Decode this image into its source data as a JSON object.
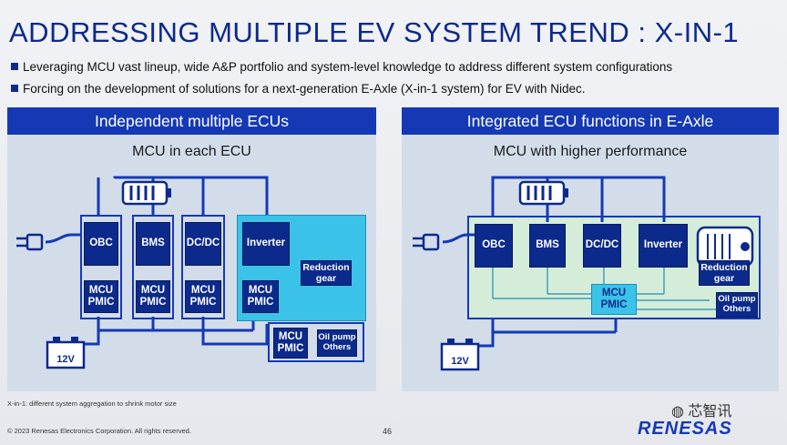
{
  "title": "ADDRESSING MULTIPLE EV SYSTEM TREND : X-IN-1",
  "bullets": [
    "Leveraging MCU vast lineup, wide A&P portfolio and system-level knowledge to address different system configurations",
    "Forcing on the development of solutions for a next-generation E-Axle (X-in-1 system) for EV with Nidec."
  ],
  "left_panel": {
    "header": "Independent multiple ECUs",
    "subtitle": "MCU in each ECU",
    "ecus": [
      "OBC",
      "BMS",
      "DC/DC",
      "Inverter"
    ],
    "mcu_label": "MCU PMIC",
    "reduction_gear": "Reduction gear",
    "oil_pump": "Oil pump Others",
    "battery": "12V"
  },
  "right_panel": {
    "header": "Integrated ECU functions in E-Axle",
    "subtitle": "MCU with higher performance",
    "ecus": [
      "OBC",
      "BMS",
      "DC/DC",
      "Inverter"
    ],
    "mcu_label": "MCU PMIC",
    "reduction_gear": "Reduction gear",
    "oil_pump": "Oil pump Others",
    "battery": "12V"
  },
  "footnote": "X-in-1: different system aggregation to shrink motor size",
  "copyright": "© 2023 Renesas Electronics Corporation. All rights reserved.",
  "page_number": "46",
  "logo": "RENESAS",
  "watermark": "芯智讯",
  "colors": {
    "dark_blue": "#0b2a8c",
    "accent_blue": "#1539b5",
    "cyan": "#3bc2e8",
    "panel_bg": "#d3ddea"
  }
}
